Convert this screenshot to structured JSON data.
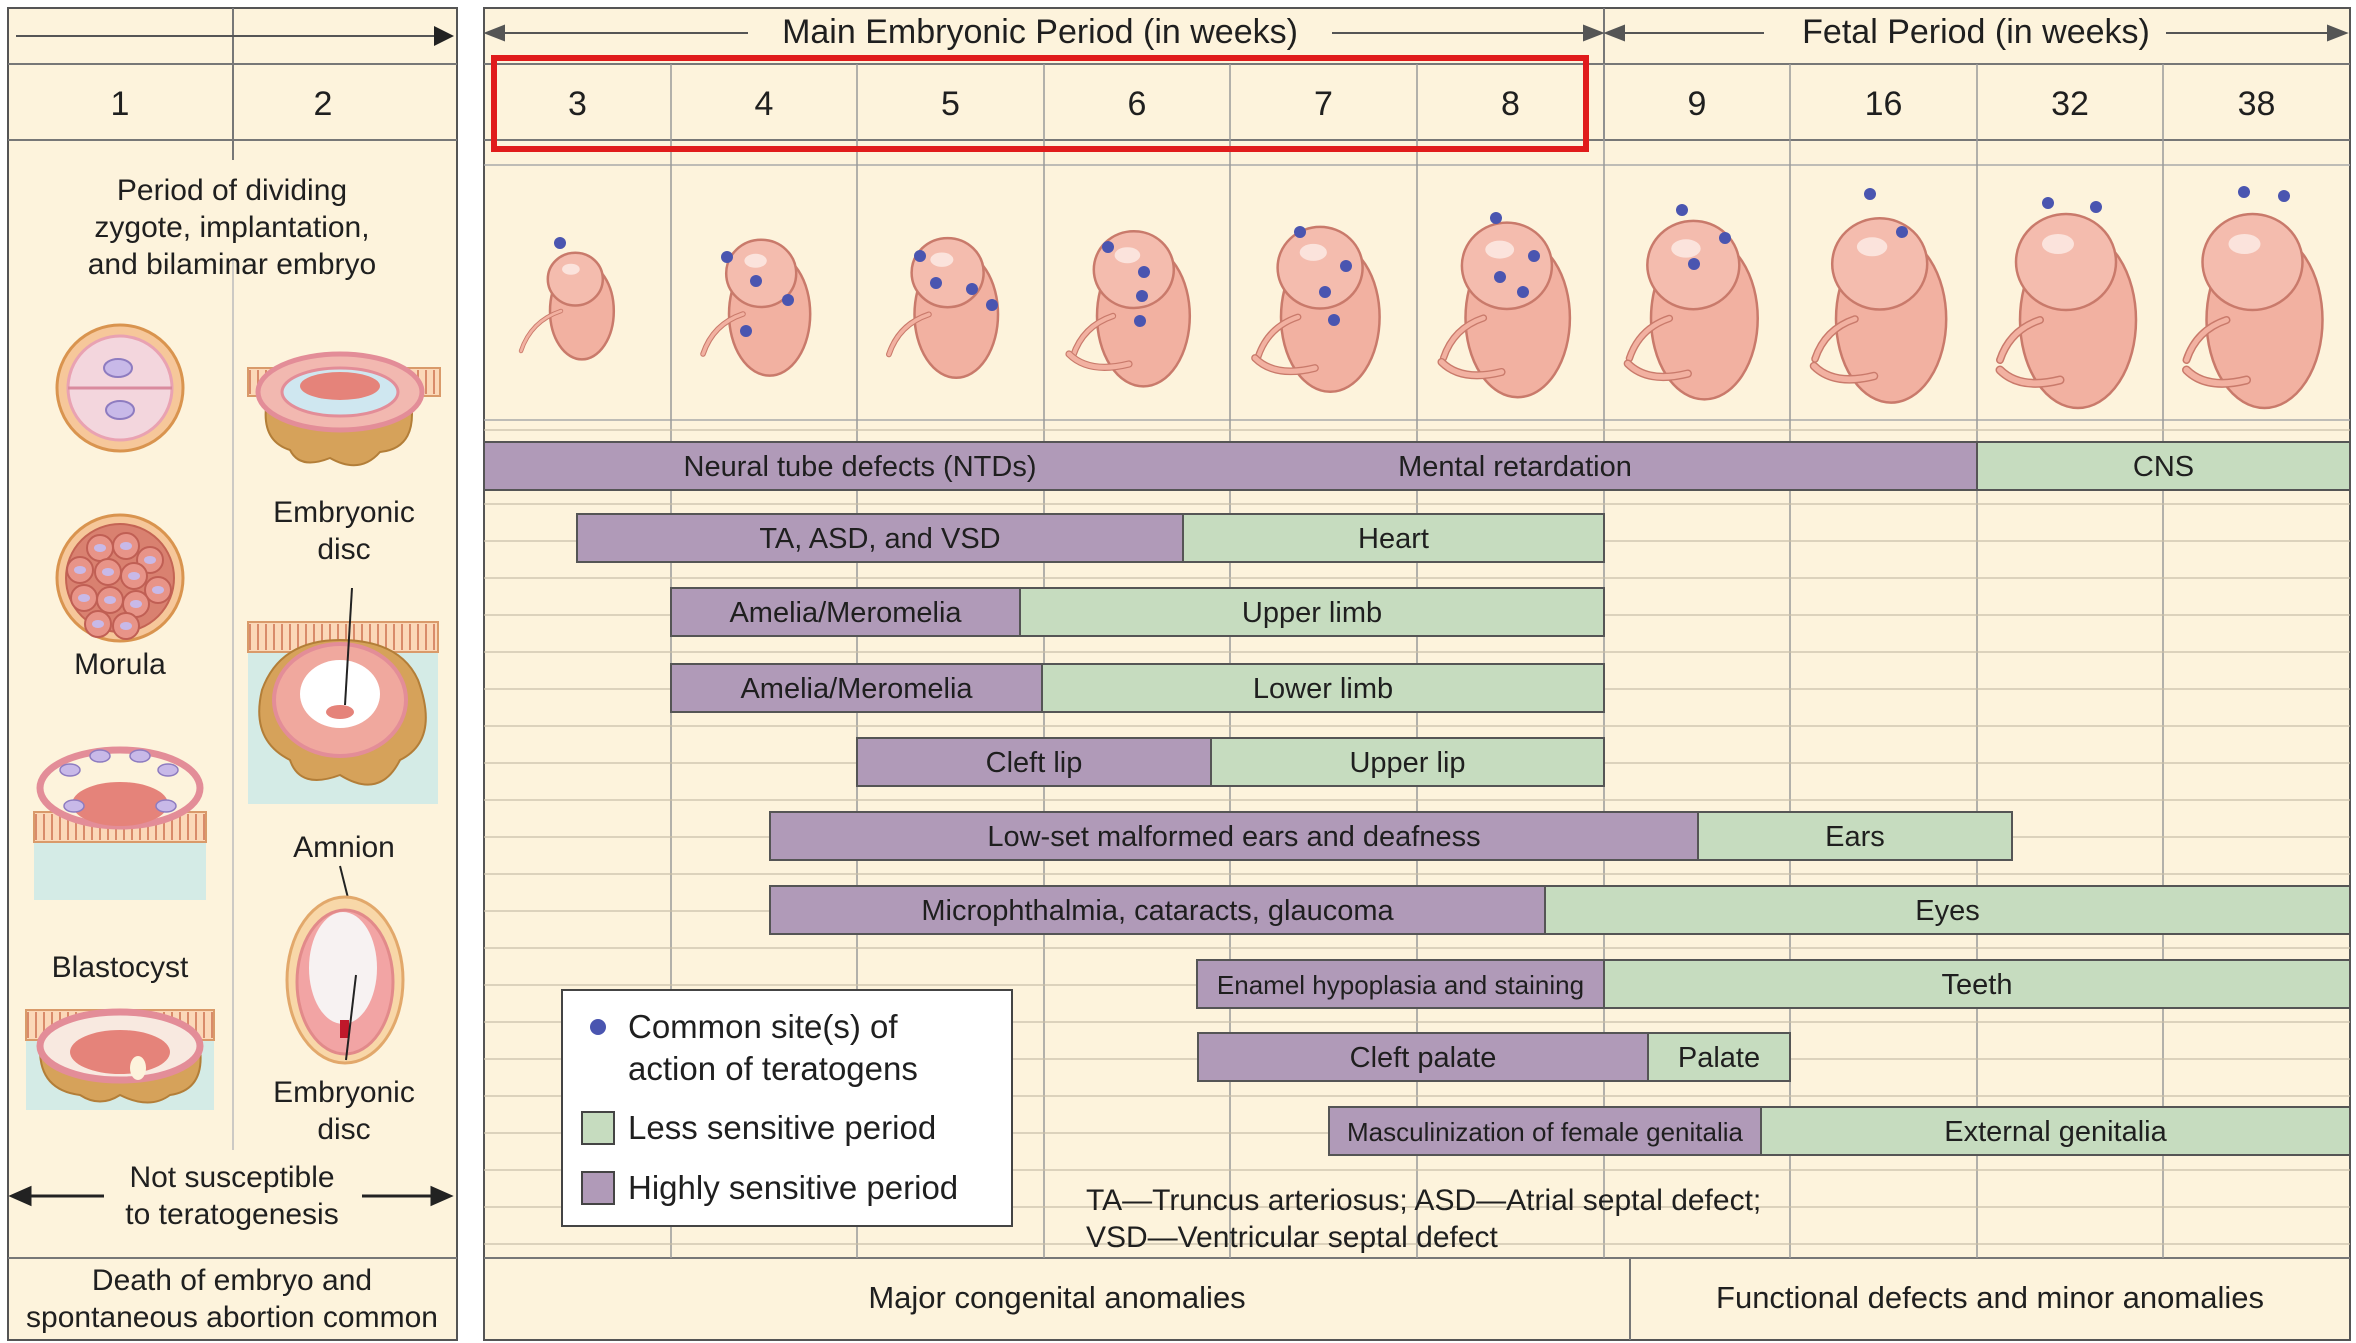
{
  "header": {
    "main_period_label": "Main Embryonic Period (in weeks)",
    "fetal_period_label": "Fetal Period (in weeks)"
  },
  "left_weeks": [
    "1",
    "2"
  ],
  "main_weeks": [
    "3",
    "4",
    "5",
    "6",
    "7",
    "8",
    "9",
    "16",
    "32",
    "38"
  ],
  "left_panel": {
    "description_lines": [
      "Period of dividing",
      "zygote, implantation,",
      "and bilaminar embryo"
    ],
    "morula_label": "Morula",
    "blastocyst_label": "Blastocyst",
    "embryonic_disc_label_lines": [
      "Embryonic",
      "disc"
    ],
    "amnion_label": "Amnion",
    "embryonic_disc_label_lines_2": [
      "Embryonic",
      "disc"
    ],
    "not_susceptible_lines": [
      "Not susceptible",
      "to teratogenesis"
    ],
    "death_lines": [
      "Death of embryo and",
      "spontaneous abortion common"
    ]
  },
  "bars": [
    {
      "purple_label": "Neural tube defects (NTDs)",
      "purple2_label": "Mental retardation",
      "green_label": "CNS"
    },
    {
      "purple_label": "TA, ASD, and VSD",
      "green_label": "Heart"
    },
    {
      "purple_label": "Amelia/Meromelia",
      "green_label": "Upper limb"
    },
    {
      "purple_label": "Amelia/Meromelia",
      "green_label": "Lower limb"
    },
    {
      "purple_label": "Cleft lip",
      "green_label": "Upper lip"
    },
    {
      "purple_label": "Low-set malformed ears and deafness",
      "green_label": "Ears"
    },
    {
      "purple_label": "Microphthalmia, cataracts, glaucoma",
      "green_label": "Eyes"
    },
    {
      "purple_label": "Enamel hypoplasia and staining",
      "green_label": "Teeth"
    },
    {
      "purple_label": "Cleft palate",
      "green_label": "Palate"
    },
    {
      "purple_label": "Masculinization of female genitalia",
      "green_label": "External genitalia"
    }
  ],
  "legend": {
    "dot_label_lines": [
      "Common site(s) of",
      "action of teratogens"
    ],
    "less_label": "Less sensitive period",
    "high_label": "Highly sensitive period"
  },
  "abbreviations": [
    "TA—Truncus arteriosus; ASD—Atrial septal defect;",
    "VSD—Ventricular septal defect"
  ],
  "footer": {
    "major_label": "Major congenital anomalies",
    "functional_label": "Functional defects and minor anomalies"
  },
  "colors": {
    "background": "#fdf3dc",
    "highly_sensitive": "#b09ab8",
    "less_sensitive": "#c6dcbf",
    "dot": "#4a55b0",
    "embryo": "#f2b1a1",
    "highlight_box": "#e01b1b"
  }
}
